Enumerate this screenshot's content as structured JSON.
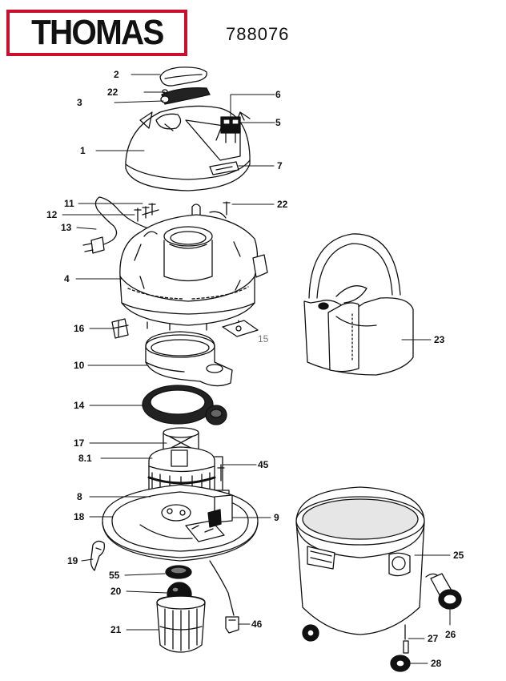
{
  "brand": {
    "logo_text": "THOMAS",
    "accent_color": "#c8102e"
  },
  "model_number": "788076",
  "callouts": [
    {
      "id": "c2",
      "label": "2"
    },
    {
      "id": "c22a",
      "label": "22"
    },
    {
      "id": "c3",
      "label": "3"
    },
    {
      "id": "c6",
      "label": "6"
    },
    {
      "id": "c5",
      "label": "5"
    },
    {
      "id": "c1",
      "label": "1"
    },
    {
      "id": "c7",
      "label": "7"
    },
    {
      "id": "c11",
      "label": "11"
    },
    {
      "id": "c22b",
      "label": "22"
    },
    {
      "id": "c12",
      "label": "12"
    },
    {
      "id": "c13",
      "label": "13"
    },
    {
      "id": "c4",
      "label": "4"
    },
    {
      "id": "c16",
      "label": "16"
    },
    {
      "id": "c15",
      "label": "15"
    },
    {
      "id": "c23",
      "label": "23"
    },
    {
      "id": "c10",
      "label": "10"
    },
    {
      "id": "c14",
      "label": "14"
    },
    {
      "id": "c17",
      "label": "17"
    },
    {
      "id": "c81",
      "label": "8.1"
    },
    {
      "id": "c45",
      "label": "45"
    },
    {
      "id": "c8",
      "label": "8"
    },
    {
      "id": "c18",
      "label": "18"
    },
    {
      "id": "c9",
      "label": "9"
    },
    {
      "id": "c25",
      "label": "25"
    },
    {
      "id": "c19",
      "label": "19"
    },
    {
      "id": "c55",
      "label": "55"
    },
    {
      "id": "c20",
      "label": "20"
    },
    {
      "id": "c46",
      "label": "46"
    },
    {
      "id": "c21",
      "label": "21"
    },
    {
      "id": "c27",
      "label": "27"
    },
    {
      "id": "c26",
      "label": "26"
    },
    {
      "id": "c28",
      "label": "28"
    }
  ]
}
